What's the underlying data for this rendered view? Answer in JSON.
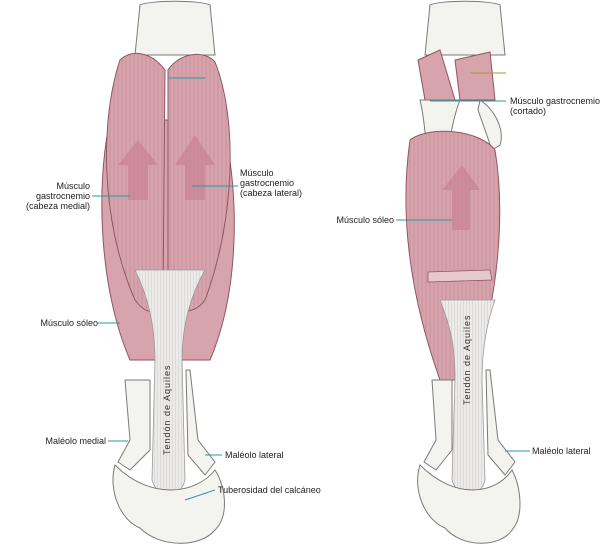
{
  "labels": {
    "gastro_medial": "Músculo\ngastrocnemio\n(cabeza medial)",
    "gastro_lateral": "Músculo\ngastrocnemio\n(cabeza lateral)",
    "soleo_left": "Músculo sóleo",
    "maleolo_medial": "Maléolo medial",
    "maleolo_lateral_left": "Maléolo lateral",
    "tuberosidad": "Tuberosidad del calcáneo",
    "tendon_left": "Tendón de Aquiles",
    "gastro_cortado": "Músculo gastrocnemio\n(cortado)",
    "soleo_right": "Músculo sóleo",
    "tendon_right": "Tendón de Aquiles",
    "maleolo_lateral_right": "Maléolo lateral"
  },
  "colors": {
    "muscle": "#d7a4ad",
    "muscle_dark": "#a85f6c",
    "tendon": "#ecebea",
    "bone": "#f3f3f0",
    "bone_line": "#7a7a7a",
    "leader_left": "#2a9ba0",
    "leader_right": "#9c9c3a"
  }
}
